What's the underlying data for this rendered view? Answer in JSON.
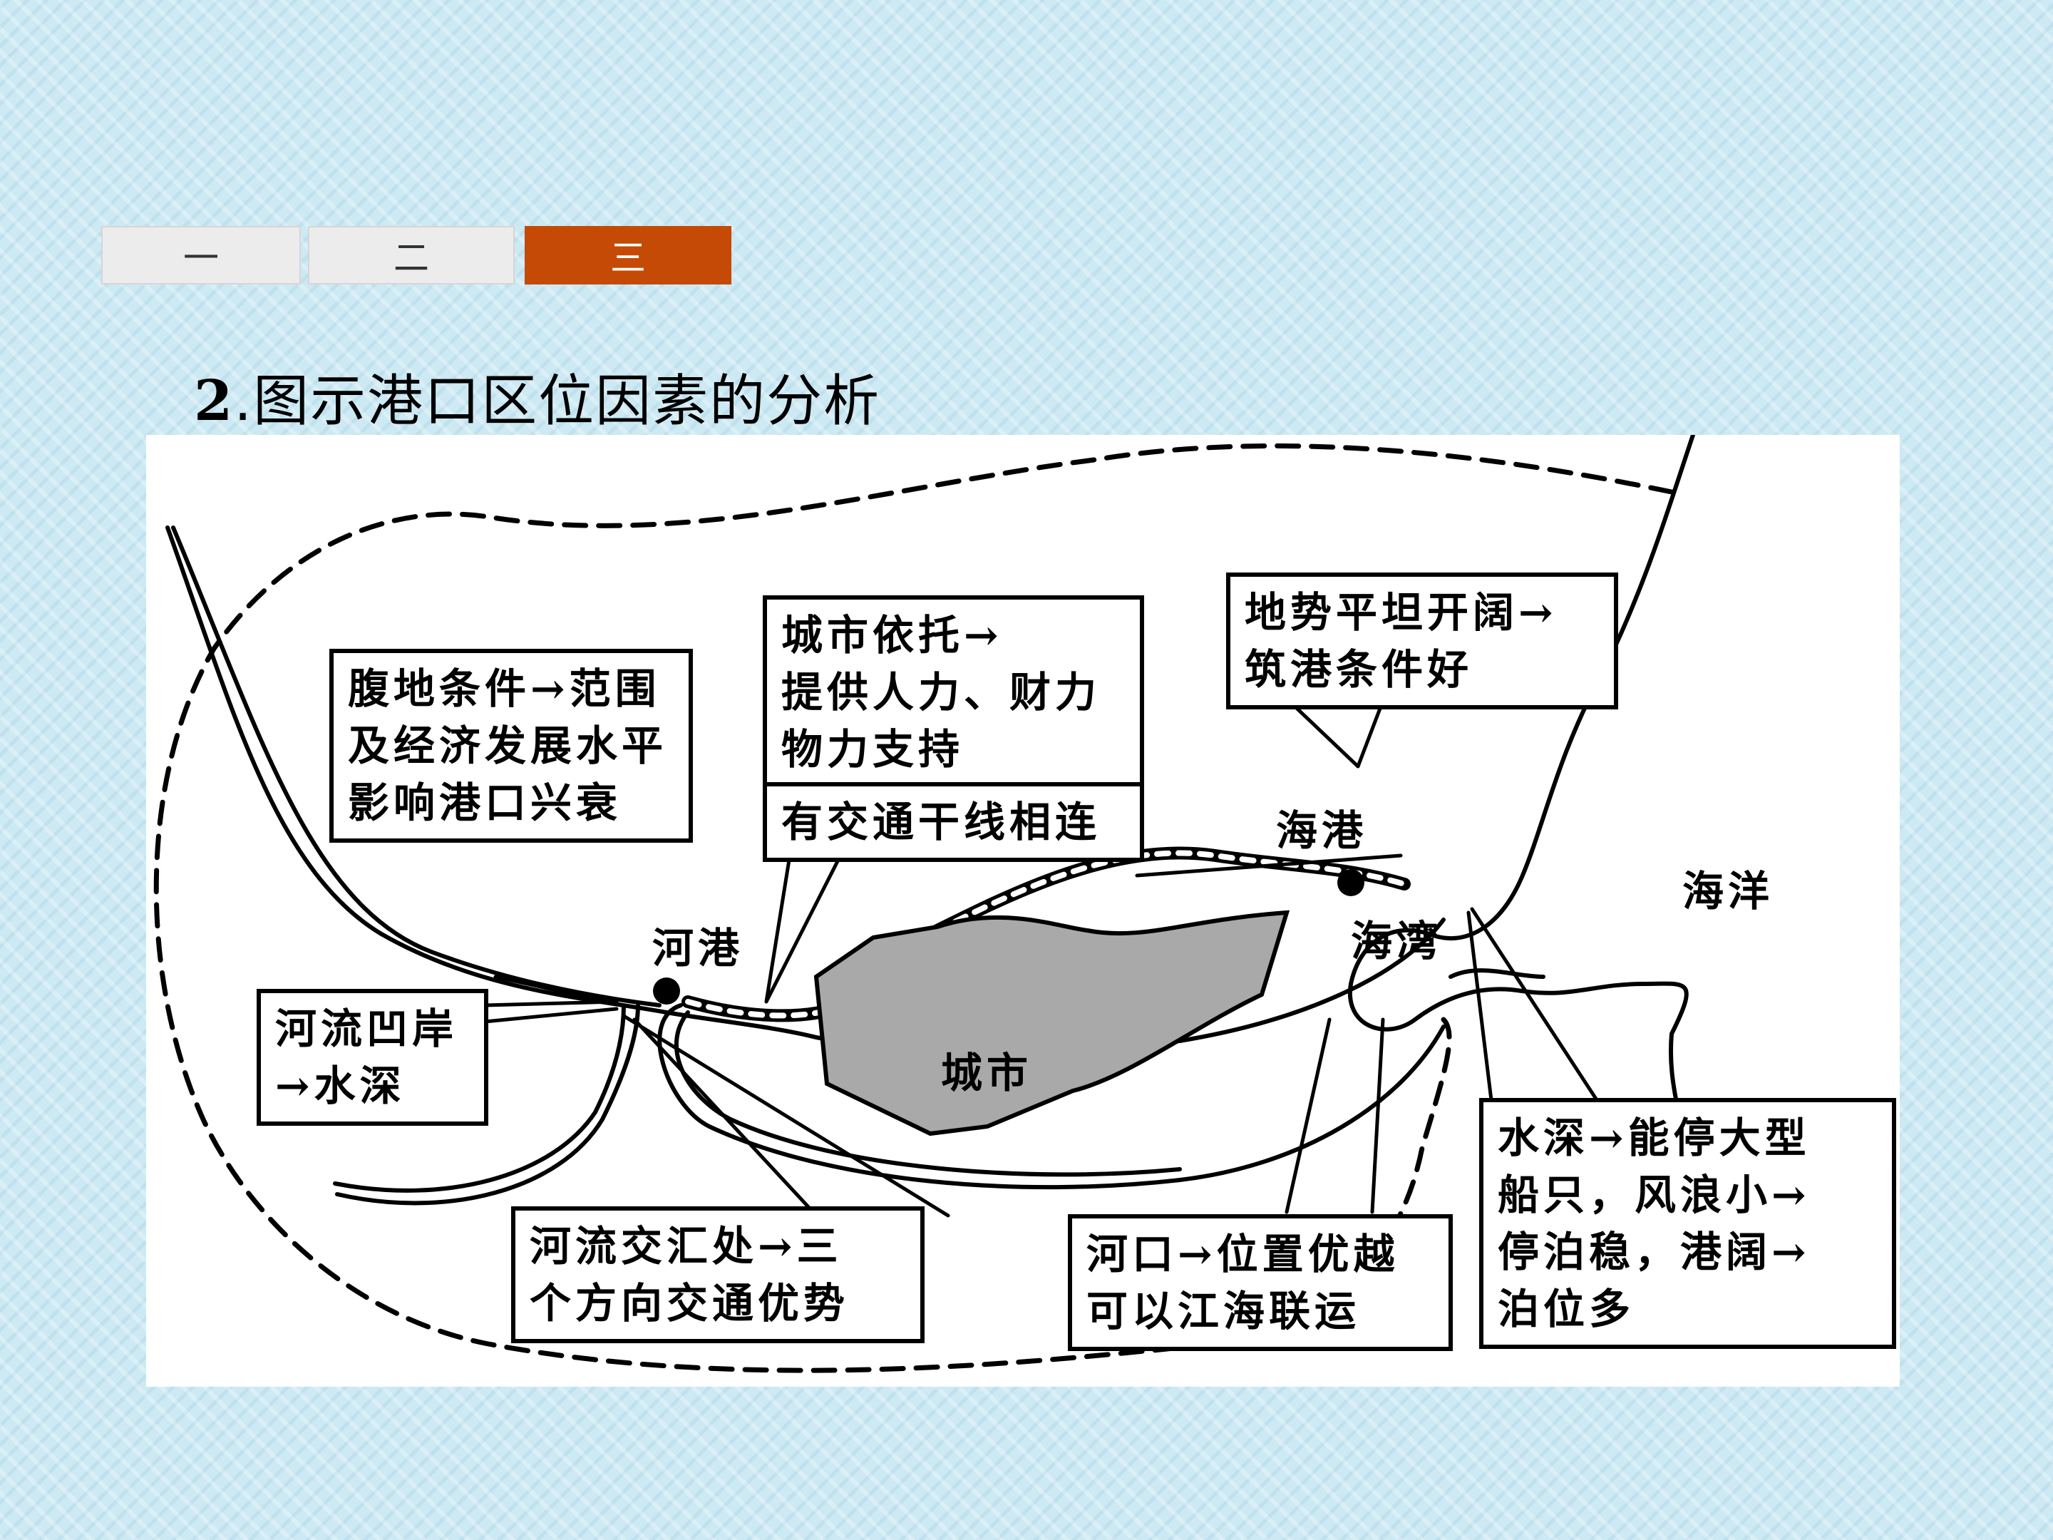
{
  "tabs": [
    {
      "label": "一",
      "active": false
    },
    {
      "label": "二",
      "active": false
    },
    {
      "label": "三",
      "active": true
    }
  ],
  "colors": {
    "active_tab": "#c44a05",
    "city_fill": "#a9a9a9"
  },
  "section": {
    "number": "2",
    "title": ".图示港口区位因素的分析"
  },
  "diagram": {
    "boxes": {
      "hinterland": "腹地条件→范围\n及经济发展水平\n影响港口兴衰",
      "city_support": "城市依托→\n提供人力、财力\n物力支持",
      "transport": "有交通干线相连",
      "terrain": "地势平坦开阔→\n筑港条件好",
      "concave_bank": "河流凹岸\n→水深",
      "confluence": "河流交汇处→三\n个方向交通优势",
      "estuary": "河口→位置优越\n可以江海联运",
      "deep_water": "水深→能停大型\n船只，风浪小→\n停泊稳，港阔→\n泊位多"
    },
    "labels": {
      "river_port": "河港",
      "sea_port": "海港",
      "bay": "海湾",
      "ocean": "海洋",
      "city": "城市"
    }
  }
}
